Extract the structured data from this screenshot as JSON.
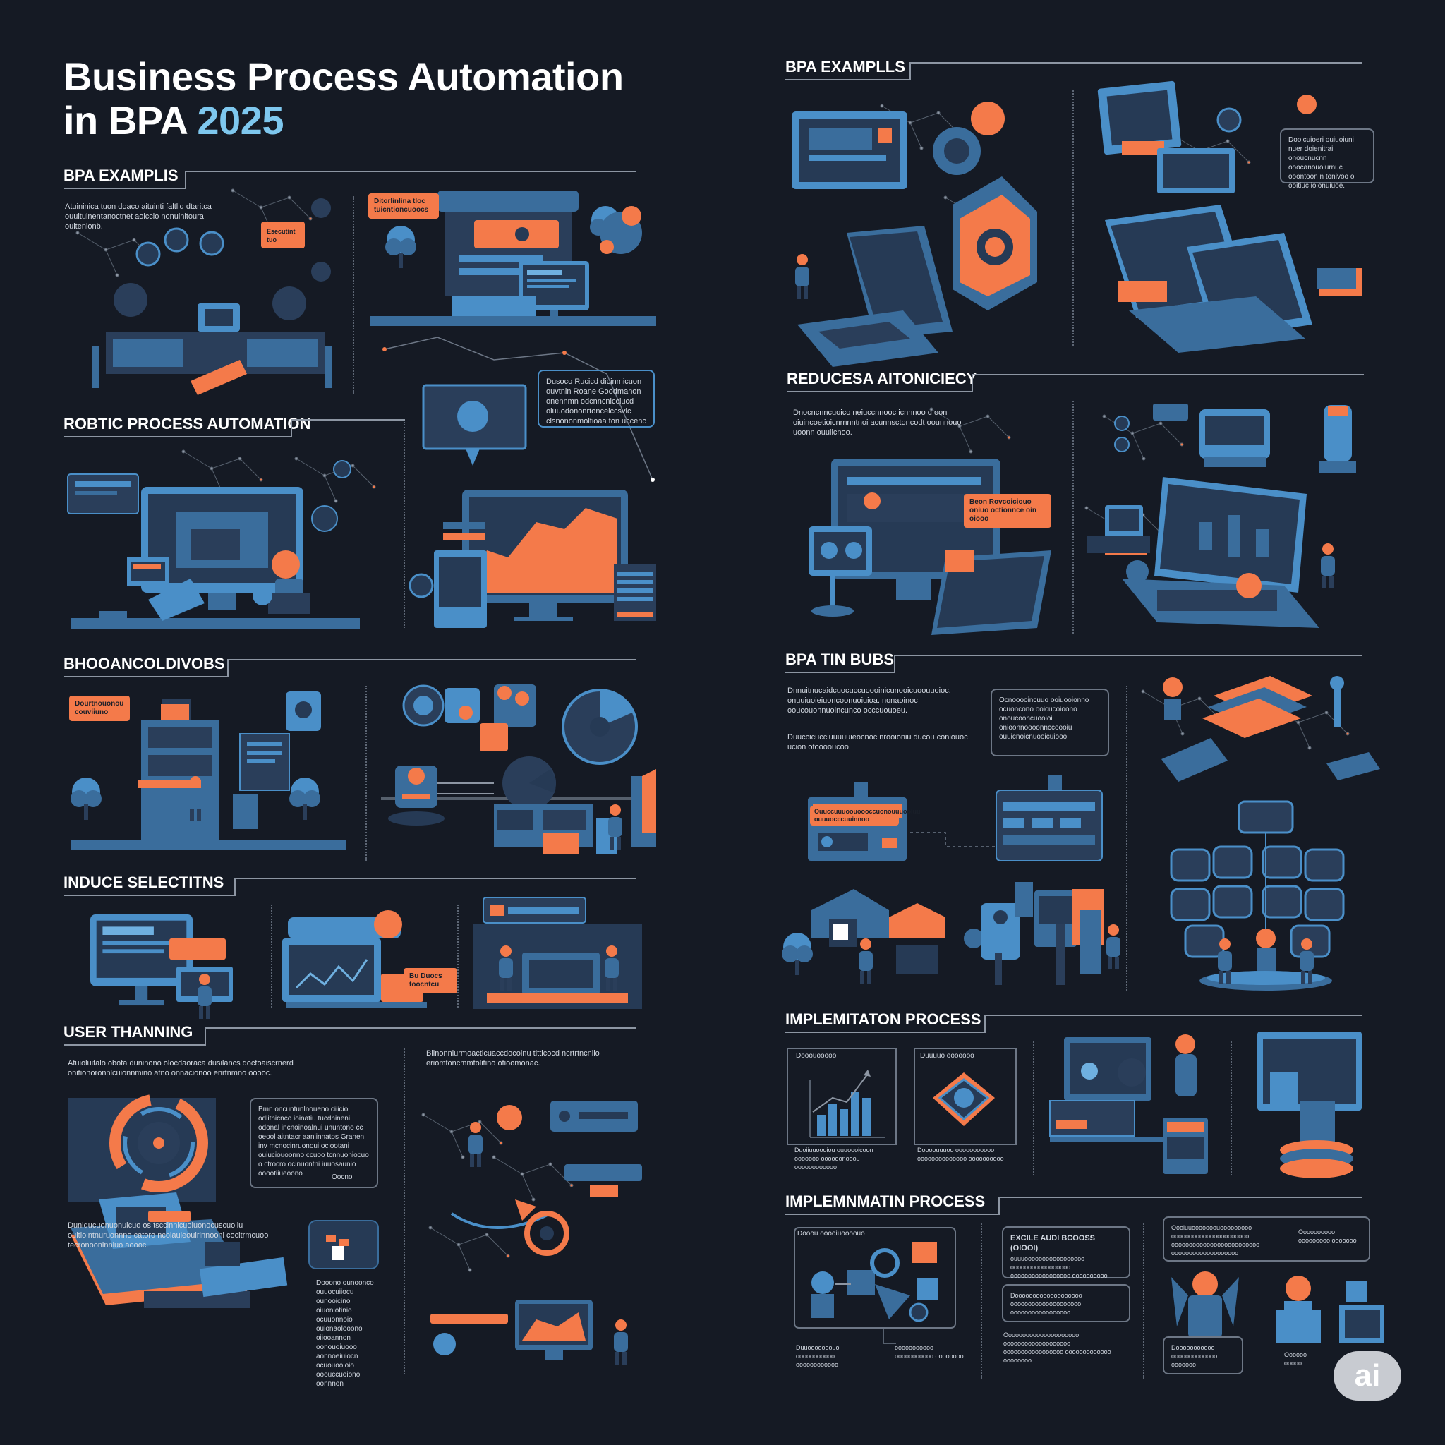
{
  "header": {
    "title_line1": "Business Process Automation",
    "title_line2_prefix": "in BPA ",
    "title_year": "2025"
  },
  "colors": {
    "background": "#151a24",
    "accent_orange": "#f47a4a",
    "accent_blue": "#4a8fc8",
    "dark_blue": "#2a3e5a",
    "line_gray": "#8d96a3",
    "year_blue": "#7ec7ee"
  },
  "sections": {
    "l1": {
      "title": "BPA EXAMPLIS",
      "text": "Atuininica tuon doaco aituinti faltlid dtaritca ouuituinentanoctnet aolccio nonuinitoura ouitenionb.",
      "callout1": "Ditorlinlina tloc tuicntioncuoocs",
      "callout2": "Esecutint tuo"
    },
    "l2": {
      "title": "ROBTIC PROCESS AUTOMATION",
      "box_text": "Dusoco Rucicd dicinmicuon ouvtnin Roane Goodmanon onennmn odcnncnicciucd oluuodononrtonceiccsvic clsnononmoltioaa ton uccenc"
    },
    "l3": {
      "title": "BHOOANCOLDIVOBS",
      "callout": "Dourtnouonou couviiuno"
    },
    "l4": {
      "title": "INDUCE SELECTITNS",
      "callout": "Bu Duocs toocntcu"
    },
    "l5": {
      "title": "USER THANNING",
      "text1": "Atuioluitalo obota duninono olocdaoraca dusilancs doctoaiscrnerd onitionoronnlcuionnmino atno onnacionoo enrtnmno ooooc.",
      "text2": "Biinonniurmoacticuaccdocoinu titticocd ncrtrtncniio eriomtoncmmtolitino otioomonac.",
      "box_text": "Bmn oncuntunlnoueno ciiicio odlitnicnco ioinatiu tucdnineni odonal incnoinoalnui ununtono cc oeool aitntacr aaniinnatos Granen inv mcnocinruonoui ociootani ouiuciouoonno ccuoo tcnnuoniocuo o ctrocro ocinuontni iuuosaunio ooootiiueoono",
      "box_note": "Oocno",
      "bottom_text": "Duniducuonuonuicuo os tscclnnicuoluonocuscuoliu ouitiointnuruonnno catoro ncoiauleouirinnooni cocitrmcuoo tecronoonlnniuo aoooc.",
      "list_text": "Dooono ounoonco ouuocuiiocu ounooicino oiuoniotinio ocuuonnoio ouionaolooono oiiooannon oonouoiuooo aonnoeiuiocn ocuouooioio ooouccuoiono oonnnon"
    },
    "r1": {
      "title": "BPA EXAMPLLS",
      "box_text": "Dooicuioeri ouiuoiuni nuer doienitrai onoucnucnn ooocanouoiurnuc ooontoon n tonivoo o ooitiuc ioionuiuoe."
    },
    "r2": {
      "title": "REDUCESA AITONICIECY",
      "text": "Dnocncnncuoico neiuccnnooc icnnnoo d oon oiuincoetioicnrnnntnoi acunnsctoncodt oounnouo uoonn ouuiicnoo.",
      "callout": "Beon Rovcoiciouo oniuo octionnce oin oiooo"
    },
    "r3": {
      "title": "BPA TIN BUBS",
      "text1": "Dnnuitnucaidcuocuccuoooinicunooicuoouuoioc. onuuiuoieiuoncoonuoiuioa. nonaoinoc ooucouonnuoincunco occcuouoeu.",
      "text2": "Duuccicucciuuuuuieocnoc nrooioniu ducou coniouoc ucion otooooucoo.",
      "box_text": "Ocnooooincuuo ooiuooionno ocuoncono ooicucoioono onoucooncuooioi onioonnoooonnccoooiu ouuicnoicnuooicuiooo",
      "callout": "Ouuccuuuoouoooccuonouuuooiuu ouuuocccuuinnoo"
    },
    "r4": {
      "title": "IMPLEMITATON PROCESS",
      "card1_title": "Dooouooooo",
      "card1_text": "Duoiiuuoooiou ouuoooicoon ooooooo oooooonooou oooooooooooo",
      "card2_title": "Duuuuo ooooooo",
      "card2_text": "Doooouuuoo ooooooooooo oooooooooooooo oooooooooo"
    },
    "r5": {
      "title": "IMPLEMNMATIN PROCESS",
      "card1_title": "Dooou ooooiuoooouo",
      "card1_text1": "Duuooooooouo ooooooooooo oooooooooooo",
      "card1_text2": "ooooooooooo ooooooooooo oooooooo",
      "mid_title": "EXCILE AUDI BCOOSS (OIOOI)",
      "mid_text1": "ouuuooooooooooooooooo ooooooooooooooooo ooooooooooooooooo oooooooooo",
      "mid_text2": "Dooooooooooooooooooo oooooooooooooooooooo ooooooooooooooooo",
      "mid_text3": "Ooooooooooooooooooooo ooooooooooooooooooo ooooooooooooooooo ooooooooooooo oooooooo",
      "right_text": "Oooiuuooooooouooooooooo oooooooooooooooooooooo ooooooooooooooooooooooooo ooooooooooooooooooo",
      "right_side": "Oooooooooo ooooooooo ooooooo",
      "right_bottom": "Dooooooooooo ooooooooooooo ooooooo",
      "right_note": "Oooooo ooooo"
    }
  },
  "badge": {
    "label": "ai"
  }
}
